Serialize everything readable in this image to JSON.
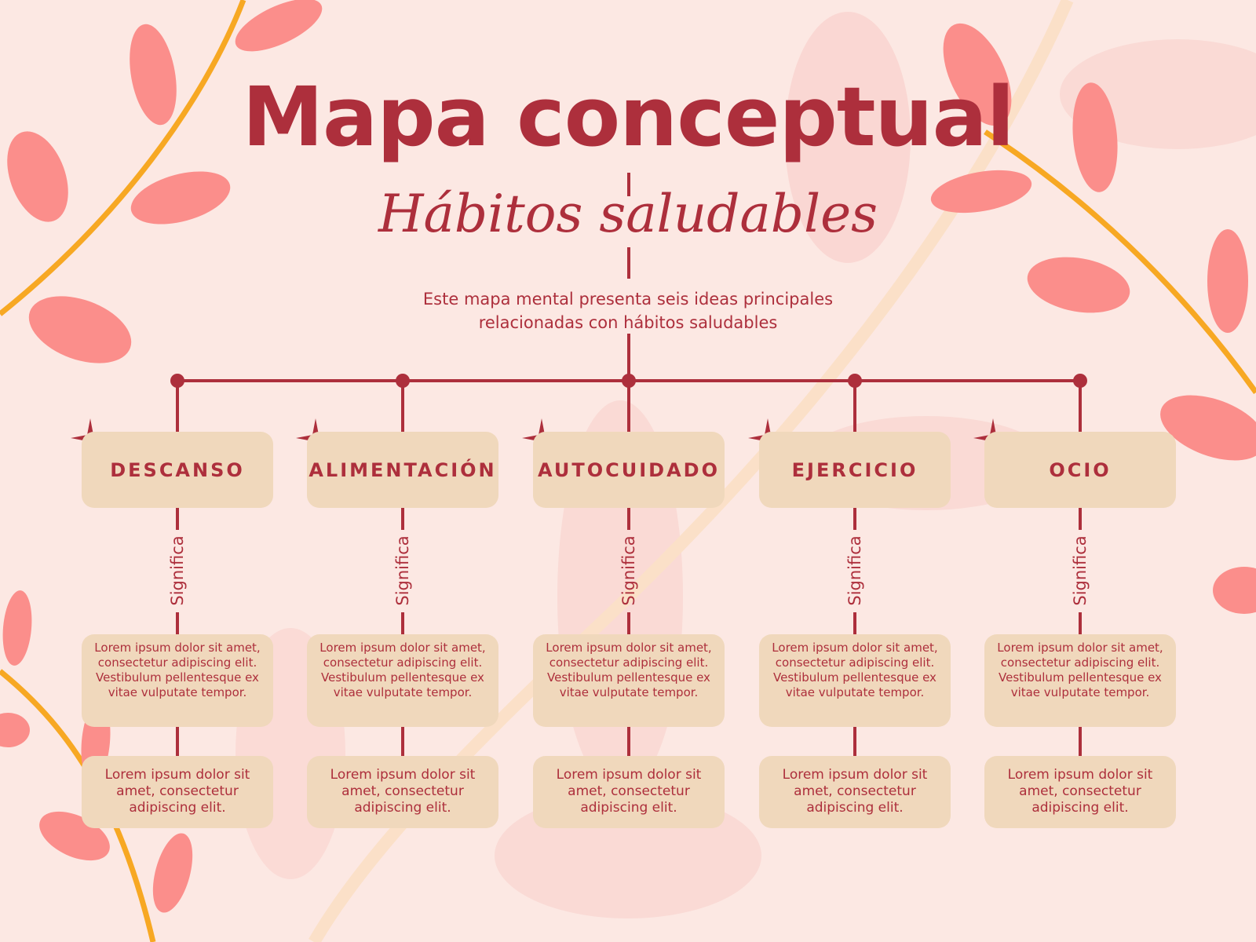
{
  "title": "Mapa conceptual",
  "subtitle": "Hábitos saludables",
  "description_lines": [
    "Este mapa mental presenta seis ideas principales",
    "relacionadas con hábitos saludables"
  ],
  "colors": {
    "background": "#fce8e3",
    "accent": "#ad2f3c",
    "box": "#f0d8bc",
    "petal": "#fb8e8b",
    "stem": "#f7a823"
  },
  "categories": [
    {
      "label": "DESCANSO",
      "connector": "Significa",
      "detail": "Lorem ipsum dolor sit amet, consectetur adipiscing elit. Vestibulum pellentesque ex vitae vulputate tempor.",
      "summary": "Lorem ipsum dolor sit amet, consectetur adipiscing elit."
    },
    {
      "label": "ALIMENTACIÓN",
      "connector": "Significa",
      "detail": "Lorem ipsum dolor sit amet, consectetur adipiscing elit. Vestibulum pellentesque ex vitae vulputate tempor.",
      "summary": "Lorem ipsum dolor sit amet, consectetur adipiscing elit."
    },
    {
      "label": "AUTOCUIDADO",
      "connector": "Significa",
      "detail": "Lorem ipsum dolor sit amet, consectetur adipiscing elit. Vestibulum pellentesque ex vitae vulputate tempor.",
      "summary": "Lorem ipsum dolor sit amet, consectetur adipiscing elit."
    },
    {
      "label": "EJERCICIO",
      "connector": "Significa",
      "detail": "Lorem ipsum dolor sit amet, consectetur adipiscing elit. Vestibulum pellentesque ex vitae vulputate tempor.",
      "summary": "Lorem ipsum dolor sit amet, consectetur adipiscing elit."
    },
    {
      "label": "OCIO",
      "connector": "Significa",
      "detail": "Lorem ipsum dolor sit amet, consectetur adipiscing elit. Vestibulum pellentesque ex vitae vulputate tempor.",
      "summary": "Lorem ipsum dolor sit amet, consectetur adipiscing elit."
    }
  ]
}
